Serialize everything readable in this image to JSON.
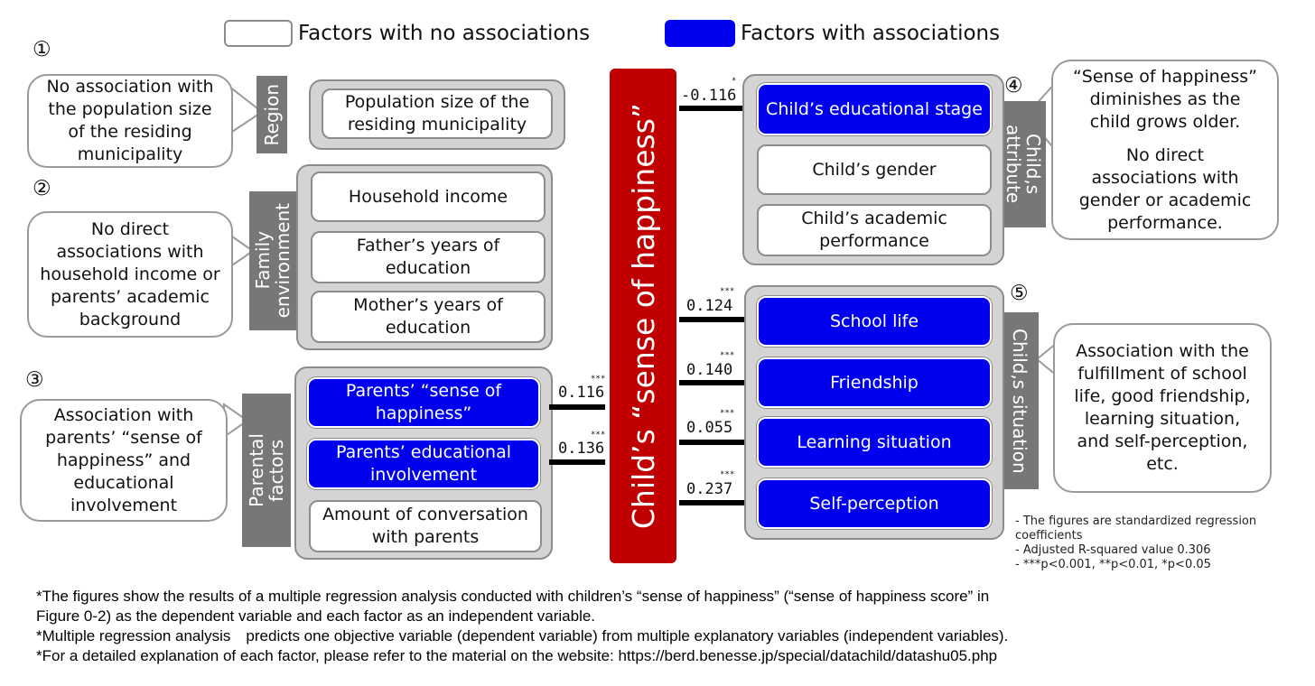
{
  "colors": {
    "assoc": "#0000ee",
    "central": "#c00000",
    "label_bg": "#777777",
    "group_bg": "#d4d4d4"
  },
  "legend": {
    "no_assoc": "Factors with no associations",
    "assoc": "Factors with associations"
  },
  "central_label": "Child’s “sense of happiness”",
  "sections": {
    "region": {
      "number": "①",
      "label": "Region",
      "bubble": [
        "No association with",
        "the population size",
        "of the residing",
        "municipality"
      ],
      "factors": [
        {
          "text": "Population size of the residing municipality",
          "assoc": false
        }
      ]
    },
    "family": {
      "number": "②",
      "label": "Family\nenvironment",
      "bubble": [
        "No direct",
        "associations with",
        "household income or",
        "parents’ academic",
        "background"
      ],
      "factors": [
        {
          "text": "Household income",
          "assoc": false
        },
        {
          "text": "Father’s years of education",
          "assoc": false
        },
        {
          "text": "Mother’s years of education",
          "assoc": false
        }
      ]
    },
    "parental": {
      "number": "③",
      "label": "Parental\nfactors",
      "bubble": [
        "Association with",
        "parents’ “sense of",
        "happiness” and",
        "educational",
        "involvement"
      ],
      "factors": [
        {
          "text": "Parents’ “sense of happiness”",
          "assoc": true,
          "coef": "0.116",
          "stars": "***"
        },
        {
          "text": "Parents’ educational involvement",
          "assoc": true,
          "coef": "0.136",
          "stars": "***"
        },
        {
          "text": "Amount of conversation with parents",
          "assoc": false
        }
      ]
    },
    "attribute": {
      "number": "④",
      "label": "Child,s\nattribute",
      "bubble_a": [
        "“Sense of happiness”",
        "diminishes as the",
        "child grows older."
      ],
      "bubble_b": [
        "No direct",
        "associations with",
        "gender or academic",
        "performance."
      ],
      "factors": [
        {
          "text": "Child’s educational stage",
          "assoc": true,
          "coef": "-0.116",
          "stars": "*"
        },
        {
          "text": "Child’s gender",
          "assoc": false
        },
        {
          "text": "Child’s academic performance",
          "assoc": false
        }
      ]
    },
    "situation": {
      "number": "⑤",
      "label": "Child,s situation",
      "bubble": [
        "Association with the",
        "fulfillment of school",
        "life, good friendship,",
        "learning situation,",
        "and self-perception,",
        "etc."
      ],
      "factors": [
        {
          "text": "School life",
          "assoc": true,
          "coef": "0.124",
          "stars": "***"
        },
        {
          "text": "Friendship",
          "assoc": true,
          "coef": "0.140",
          "stars": "***"
        },
        {
          "text": "Learning situation",
          "assoc": true,
          "coef": "0.055",
          "stars": "***"
        },
        {
          "text": "Self-perception",
          "assoc": true,
          "coef": "0.237",
          "stars": "***"
        }
      ]
    }
  },
  "notes": [
    "- The figures are standardized regression",
    "coefficients",
    "- Adjusted R-squared value 0.306",
    "- ***p<0.001, **p<0.01, *p<0.05"
  ],
  "footnotes": [
    "*The figures show the results of a multiple regression analysis conducted with children’s “sense of happiness” (“sense of happiness score” in",
    "Figure 0-2) as the dependent variable and each factor as an independent variable.",
    "*Multiple regression analysis　predicts one objective variable (dependent variable) from multiple explanatory variables (independent variables).",
    "*For a detailed explanation of each factor, please refer to the material on the website: https://berd.benesse.jp/special/datachild/datashu05.php"
  ]
}
